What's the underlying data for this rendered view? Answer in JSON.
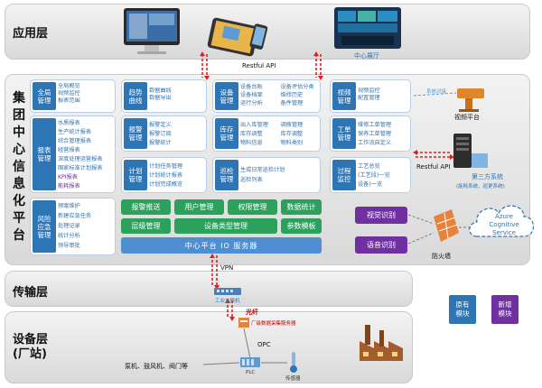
{
  "layers": {
    "app": "应用层",
    "platform": "集团中心信息化平台",
    "transport": "传输层",
    "device": "设备层\n(厂站)"
  },
  "labels": {
    "restful_top": "Restful API",
    "screen": "中心展厅",
    "restful_right": "Restful API",
    "vpn": "VPN",
    "switch": "工业交换机",
    "fiber": "光纤",
    "collector": "厂级数据采集服务器",
    "opc": "OPC",
    "equipment": "泵机、鼓风机、阀门等",
    "plc": "PLC",
    "sensor": "传感器",
    "video_platform": "视频平台",
    "video_small": "系统对接",
    "third_party": "第三方系统",
    "third_party_sub": "(能耗系统、巡更系统)",
    "firewall": "防火墙",
    "azure": "Azure\nCognitive\nService"
  },
  "modules": {
    "global": {
      "head": "全局\n管理",
      "items": [
        "全局概览",
        "视频监控",
        "报表范围"
      ]
    },
    "trend": {
      "head": "趋势\n曲线",
      "items": [
        "数据曲线",
        "数据导出"
      ]
    },
    "equip": {
      "head": "设备\n管理",
      "items": [
        "设备台账",
        "设备档案",
        "运行分析",
        "设备评估分类",
        "维修历史",
        "备件管理"
      ]
    },
    "video": {
      "head": "视频\n管理",
      "items": [
        "视频监控",
        "配置管理"
      ]
    },
    "report": {
      "head": "报表\n管理",
      "items": [
        "水质报表",
        "生产统计报表",
        "综合管理报表",
        "经营报表",
        "深度处理运营报表",
        "国家标准计划报表",
        "KPI报表",
        "能耗报表"
      ]
    },
    "alarm": {
      "head": "报警\n管理",
      "items": [
        "报警定义",
        "报警订阅",
        "报警统计"
      ]
    },
    "stock": {
      "head": "库存\n管理",
      "items": [
        "出入库管理",
        "库存调整",
        "物料信息",
        "调拨管理",
        "库存调整",
        "物料类别"
      ]
    },
    "work": {
      "head": "工单\n管理",
      "items": [
        "维修工单管理",
        "保养工单管理",
        "工作流自定义"
      ]
    },
    "plan": {
      "head": "计划\n管理",
      "items": [
        "计划任务管理",
        "计划统计报表",
        "计划完成概览"
      ]
    },
    "patrol": {
      "head": "巡检\n管理",
      "items": [
        "生成日常巡检计划",
        "巡检列表"
      ]
    },
    "process": {
      "head": "过程\n监控",
      "items": [
        "工艺总览",
        "(工艺段)一览",
        "设备)一览"
      ]
    },
    "risk": {
      "head": "风险\n应急\n管理",
      "items": [
        "预案维护",
        "新建应急任务",
        "处理记录",
        "统计分析",
        "领导审批"
      ]
    }
  },
  "buttons": {
    "alarm_push": "报警推送",
    "user_mgmt": "用户管理",
    "perm_mgmt": "权限管理",
    "data_stat": "数据统计",
    "level_mgmt": "层级管理",
    "equip_type": "设备类型管理",
    "param_tpl": "参数模板",
    "io_server": "中心平台 IO 服务器",
    "visual_rec": "视觉识别",
    "voice_rec": "语音识别"
  },
  "legend": {
    "existing": "原有\n模块",
    "new": "新增\n模块"
  },
  "colors": {
    "blue": "#2e75b6",
    "purple": "#7030a0",
    "green": "#2ba15b",
    "red_link": "#e02020",
    "band": "#dcdcdc"
  }
}
